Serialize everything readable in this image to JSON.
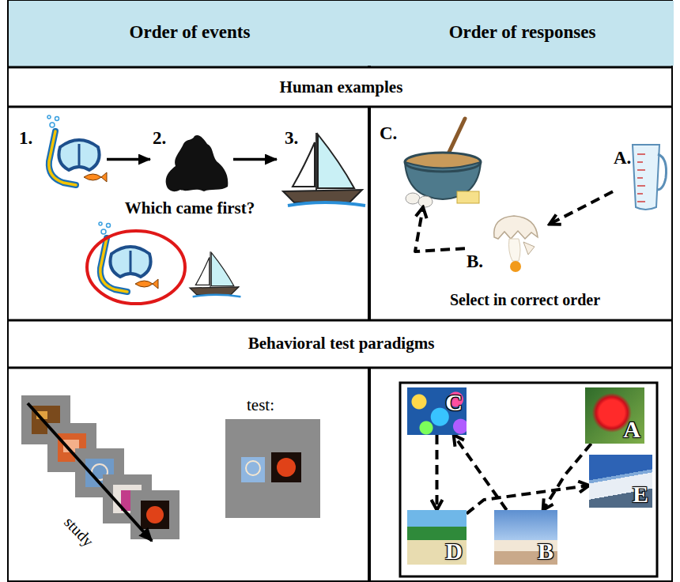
{
  "diagram": {
    "nodes": [
      {
        "text": [
          "Order of events"
        ]
      },
      {
        "text": [
          "Order of responses"
        ]
      },
      {
        "text": [
          "Human examples"
        ]
      },
      {
        "text": [
          "Which came first?"
        ]
      },
      {
        "text": [
          "1."
        ],
        "in": 3
      },
      {
        "text": [
          "2."
        ],
        "in": 3
      },
      {
        "text": [
          "3."
        ],
        "in": 3
      },
      {
        "text": [
          "Select in correct order"
        ]
      },
      {
        "text": [
          "C."
        ],
        "in": 7
      },
      {
        "text": [
          "A."
        ],
        "in": 7
      },
      {
        "text": [
          "B."
        ],
        "in": 7
      },
      {
        "text": [
          "Behavioral test paradigms"
        ]
      },
      {
        "text": [
          "study",
          "test:"
        ]
      },
      {
        "text": [
          "C"
        ]
      },
      {
        "text": [
          "A"
        ]
      },
      {
        "text": [
          "E"
        ]
      },
      {
        "text": [
          "D"
        ]
      },
      {
        "text": [
          "B"
        ]
      }
    ],
    "edges": [
      {
        "from": 4,
        "to": 5,
        "arrow": "to"
      },
      {
        "from": 5,
        "to": 6,
        "arrow": "to"
      },
      {
        "from": 9,
        "to": 10,
        "arrow": "to"
      },
      {
        "from": 10,
        "to": 8,
        "arrow": "to"
      },
      {
        "from": 14,
        "to": 17,
        "arrow": "to"
      },
      {
        "from": 17,
        "to": 13,
        "arrow": "to"
      },
      {
        "from": 13,
        "to": 16,
        "arrow": "to"
      },
      {
        "from": 16,
        "to": 15,
        "arrow": "to"
      }
    ]
  }
}
